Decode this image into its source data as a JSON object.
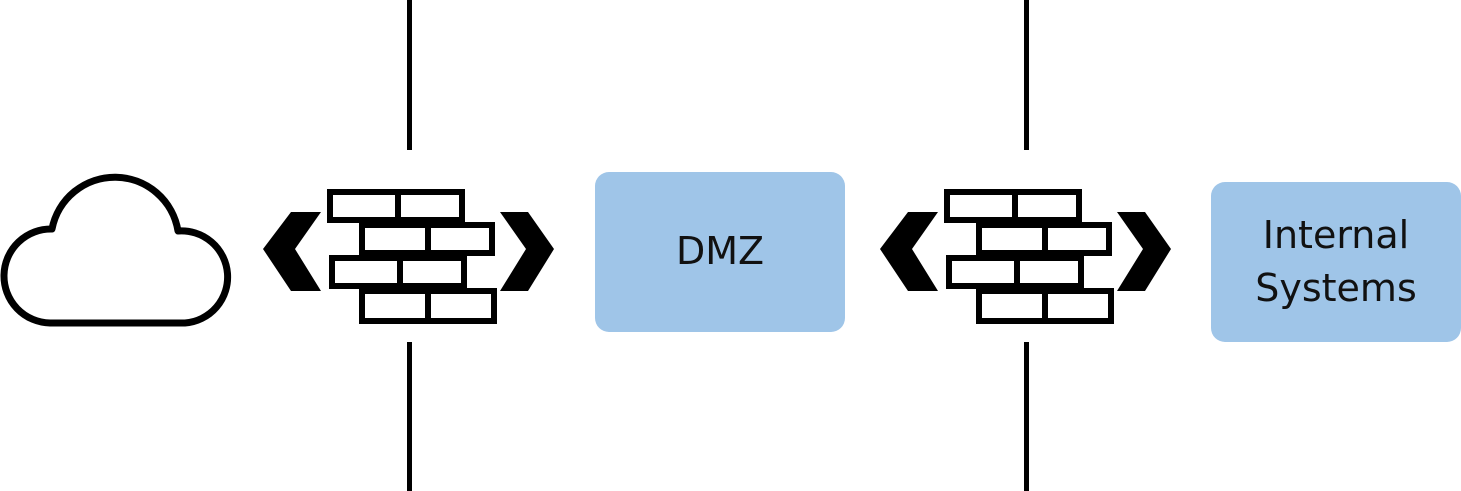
{
  "diagram": {
    "nodes": [
      {
        "id": "internet",
        "icon": "cloud-icon",
        "label": ""
      },
      {
        "id": "firewall-1",
        "icon": "firewall-icon",
        "label": ""
      },
      {
        "id": "dmz",
        "label": "DMZ"
      },
      {
        "id": "firewall-2",
        "icon": "firewall-icon",
        "label": ""
      },
      {
        "id": "internal",
        "label": "Internal\nSystems"
      }
    ],
    "boundaries": 2
  },
  "colors": {
    "zone_fill": "#9fc5e8",
    "stroke": "#000000",
    "text": "#111111",
    "background": "#ffffff"
  }
}
